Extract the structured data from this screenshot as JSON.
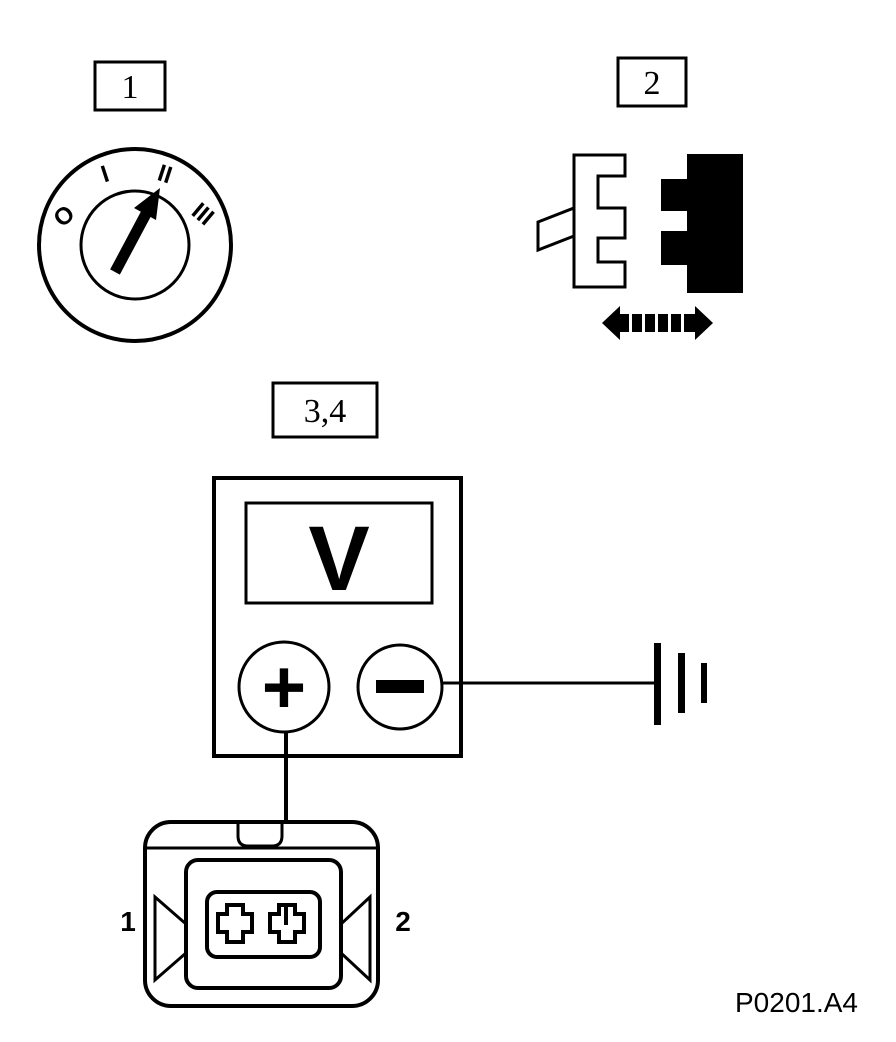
{
  "steps": {
    "step1_label": "1",
    "step2_label": "2",
    "step34_label": "3,4"
  },
  "ignition_switch": {
    "positions": [
      "O",
      "I",
      "II",
      "III"
    ]
  },
  "voltmeter": {
    "display_symbol": "V",
    "positive_terminal": "+",
    "negative_terminal": "−"
  },
  "connector": {
    "pin_left": "1",
    "pin_right": "2"
  },
  "figure_code": "P0201.A4",
  "colors": {
    "line": "#000000",
    "background": "#ffffff"
  }
}
